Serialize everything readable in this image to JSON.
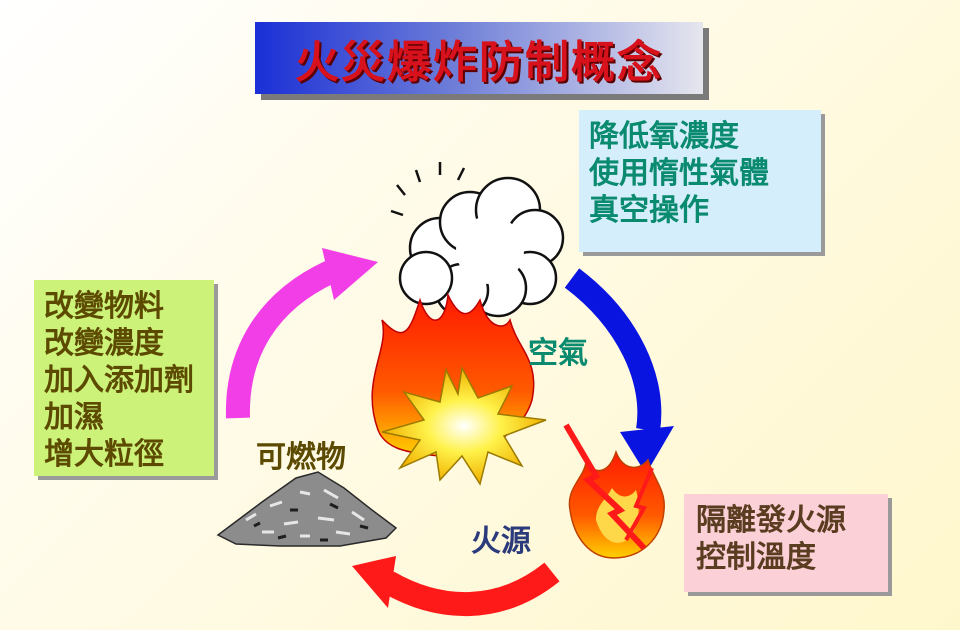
{
  "title": "火災爆炸防制概念",
  "triangle": {
    "air_label": "空氣",
    "fuel_label": "可燃物",
    "ignition_label": "火源"
  },
  "air_measures": [
    "降低氧濃度",
    "使用惰性氣體",
    "真空操作"
  ],
  "fuel_measures": [
    "改變物料",
    "改變濃度",
    "加入添加劑",
    "加濕",
    "增大粒徑"
  ],
  "ignition_measures": [
    "隔離發火源",
    "控制溫度"
  ],
  "colors": {
    "air_arrow": "#0a14e0",
    "ignition_arrow": "#ff1a1a",
    "fuel_arrow": "#f23ee6"
  }
}
